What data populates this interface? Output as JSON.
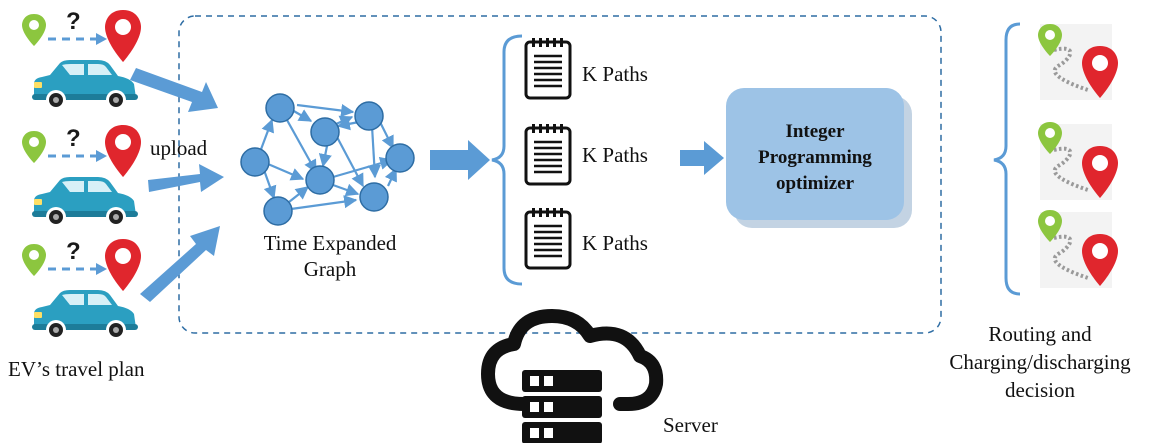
{
  "colors": {
    "arrow": "#5b9bd5",
    "node_fill": "#5b9bd5",
    "node_stroke": "#2e6da4",
    "pin_green": "#8cc63f",
    "pin_red": "#e0262d",
    "car_body": "#2b9fc1",
    "optimizer_fill": "#9dc3e6",
    "bracket": "#5b9bd5",
    "dashed_box": "#2e6da4"
  },
  "icons": [
    "map-pin-icon",
    "car-icon",
    "document-icon",
    "cloud-server-icon",
    "route-icon"
  ],
  "travel_plans": [
    {
      "question": "?"
    },
    {
      "question": "?"
    },
    {
      "question": "?"
    }
  ],
  "labels": {
    "upload": "upload",
    "travel_plan": "EV’s travel plan",
    "graph_line1": "Time Expanded",
    "graph_line2": "Graph",
    "server": "Server"
  },
  "paths": [
    {
      "label": "K Paths"
    },
    {
      "label": "K Paths"
    },
    {
      "label": "K Paths"
    }
  ],
  "optimizer": {
    "line1": "Integer",
    "line2": "Programming",
    "line3": "optimizer"
  },
  "result": {
    "line1": "Routing and",
    "line2": "Charging/discharging",
    "line3": "decision"
  }
}
